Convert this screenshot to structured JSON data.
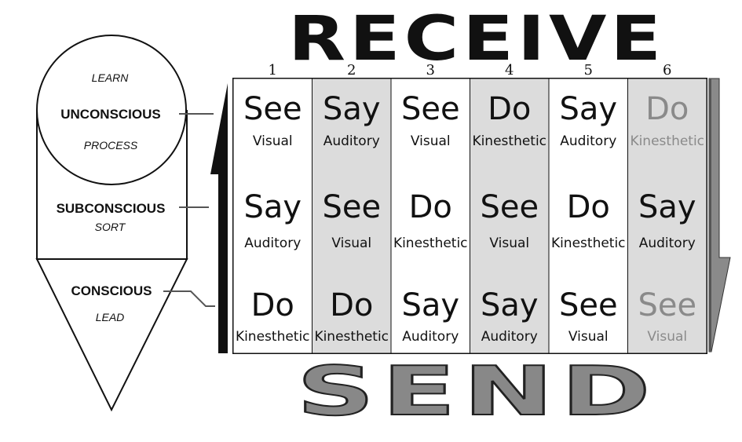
{
  "title_top": "RECEIVE",
  "title_bottom": "SEND",
  "levels": {
    "unconscious": {
      "label": "UNCONSCIOUS",
      "above": "LEARN",
      "below": "PROCESS"
    },
    "subconscious": {
      "label": "SUBCONSCIOUS",
      "below": "SORT"
    },
    "conscious": {
      "label": "CONSCIOUS",
      "below": "LEAD"
    }
  },
  "columns": [
    {
      "number": "1",
      "shaded": false,
      "cells": [
        {
          "word": "See",
          "mode": "Visual"
        },
        {
          "word": "Say",
          "mode": "Auditory"
        },
        {
          "word": "Do",
          "mode": "Kinesthetic"
        }
      ]
    },
    {
      "number": "2",
      "shaded": true,
      "cells": [
        {
          "word": "Say",
          "mode": "Auditory"
        },
        {
          "word": "See",
          "mode": "Visual"
        },
        {
          "word": "Do",
          "mode": "Kinesthetic"
        }
      ]
    },
    {
      "number": "3",
      "shaded": false,
      "cells": [
        {
          "word": "See",
          "mode": "Visual"
        },
        {
          "word": "Do",
          "mode": "Kinesthetic"
        },
        {
          "word": "Say",
          "mode": "Auditory"
        }
      ]
    },
    {
      "number": "4",
      "shaded": true,
      "cells": [
        {
          "word": "Do",
          "mode": "Kinesthetic"
        },
        {
          "word": "See",
          "mode": "Visual"
        },
        {
          "word": "Say",
          "mode": "Auditory"
        }
      ]
    },
    {
      "number": "5",
      "shaded": false,
      "cells": [
        {
          "word": "Say",
          "mode": "Auditory"
        },
        {
          "word": "Do",
          "mode": "Kinesthetic"
        },
        {
          "word": "See",
          "mode": "Visual"
        }
      ]
    },
    {
      "number": "6",
      "shaded": true,
      "cells": [
        {
          "word": "Do",
          "mode": "Kinesthetic",
          "faded": true
        },
        {
          "word": "Say",
          "mode": "Auditory"
        },
        {
          "word": "See",
          "mode": "Visual",
          "faded": true
        }
      ]
    }
  ],
  "colors": {
    "shade": "#dcdcdc",
    "ink": "#111111",
    "faded": "#8a8a8a",
    "send": "#888888"
  }
}
